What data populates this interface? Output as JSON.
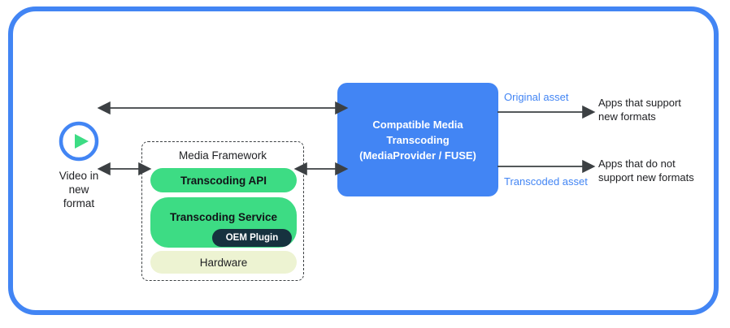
{
  "frame": {
    "border_color": "#4285f4"
  },
  "source": {
    "icon": "play-circle-icon",
    "label": "Video in\nnew\nformat",
    "ring_color": "#4285f4",
    "triangle_color": "#3ddc84"
  },
  "media_framework": {
    "title": "Media Framework",
    "boxes": [
      {
        "label": "Transcoding API",
        "color": "#3ddc84"
      },
      {
        "label": "Transcoding Service",
        "color": "#3ddc84"
      },
      {
        "label": "Hardware",
        "color": "#edf3d2"
      }
    ],
    "badge": {
      "label": "OEM Plugin",
      "color": "#16323f"
    }
  },
  "cmt": {
    "label": "Compatible Media\nTranscoding\n(MediaProvider / FUSE)",
    "color": "#4285f4"
  },
  "outputs": [
    {
      "asset_label": "Original asset",
      "apps_label": "Apps that support\nnew formats"
    },
    {
      "asset_label": "Transcoded asset",
      "apps_label": "Apps that do not\nsupport new formats"
    }
  ],
  "arrows": {
    "color": "#3c4043",
    "top_bidirectional": "video-to-cmt-arrow",
    "left_bidirectional": "video-to-framework-arrow",
    "middle_bidirectional": "framework-to-cmt-arrow",
    "right_top": "cmt-to-supporting-apps-arrow",
    "right_bottom": "cmt-to-nonsupporting-apps-arrow"
  }
}
